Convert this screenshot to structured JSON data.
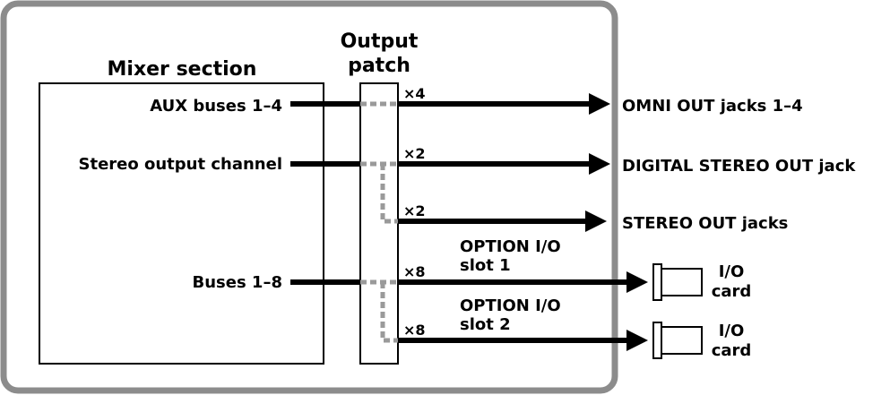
{
  "colors": {
    "frame": "#8c8c8c",
    "line": "#000000",
    "patch_dash": "#9a9a9a",
    "background": "#ffffff"
  },
  "mixer": {
    "title": "Mixer section",
    "inputs": {
      "aux": "AUX buses 1–4",
      "stereo": "Stereo output channel",
      "buses": "Buses 1–8"
    }
  },
  "patch": {
    "title_line1": "Output",
    "title_line2": "patch"
  },
  "multipliers": {
    "omni": "×4",
    "digital": "×2",
    "stereo_out": "×2",
    "slot1": "×8",
    "slot2": "×8"
  },
  "outputs": {
    "omni": "OMNI OUT jacks 1–4",
    "digital": "DIGITAL STEREO OUT jack",
    "stereo_out": "STEREO OUT jacks"
  },
  "option_slots": [
    {
      "line1": "OPTION I/O",
      "line2": "slot 1",
      "card_line1": "I/O",
      "card_line2": "card"
    },
    {
      "line1": "OPTION I/O",
      "line2": "slot 2",
      "card_line1": "I/O",
      "card_line2": "card"
    }
  ]
}
